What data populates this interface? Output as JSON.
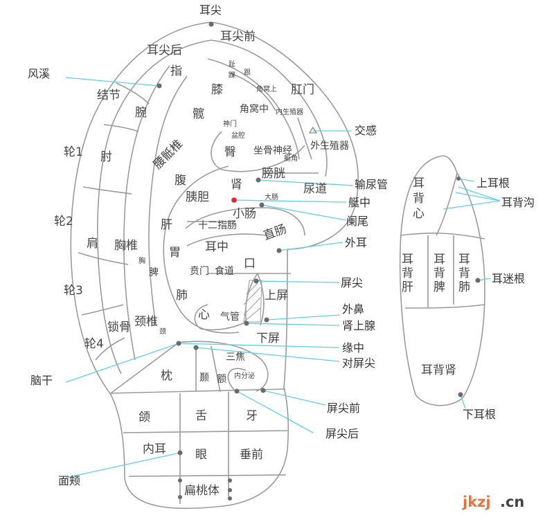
{
  "zones": {
    "ershang_top": "耳尖",
    "erjianhou": "耳尖后",
    "erjianqian": "耳尖前",
    "fengxi": "风溪",
    "jiejie": "结节",
    "zhi": "指",
    "wan": "腕",
    "zhi_toe": "趾",
    "huai": "踝",
    "gen": "跟",
    "xi": "膝",
    "jiaowoshang": "角窝上",
    "gangmen": "肛门",
    "kuan": "髋",
    "jiaowozhong": "角窝中",
    "neishengzhiqi": "内生殖器",
    "shenmen": "神门",
    "penqiang": "盆腔",
    "jiaogan": "交感",
    "lun1": "轮1",
    "zhou": "肘",
    "yaodizhui": "腰骶椎",
    "tun": "臀",
    "zuogushenjing": "坐骨神经",
    "tingjiao": "艇角",
    "waishengzhiqi": "外生殖器",
    "fu": "腹",
    "pangguang": "膀胱",
    "shen": "肾",
    "niaodao": "尿道",
    "shuniaoguan": "输尿管",
    "yidan": "胰胆",
    "tingzhong": "艇中",
    "lun2": "轮2",
    "gan": "肝",
    "dachang": "大肠",
    "xiaochang": "小肠",
    "lanwei": "阑尾",
    "shierzhichang": "十二指肠",
    "zhichang": "直肠",
    "jian": "肩",
    "xiongzhui": "胸椎",
    "waier": "外耳",
    "erzhong": "耳中",
    "wei": "胃",
    "xiong": "胸",
    "pi": "脾",
    "benmen": "贲门",
    "shidao": "食道",
    "kou": "口",
    "lun3": "轮3",
    "pingjian": "屏尖",
    "fei": "肺",
    "shangping": "上屏",
    "waibi": "外鼻",
    "xin": "心",
    "qiguan": "气管",
    "shenshangxian": "肾上腺",
    "suogu": "锁骨",
    "jingzhui": "颈椎",
    "jing": "颈",
    "xiaping": "下屏",
    "lun4": "轮4",
    "yuanzhong": "缘中",
    "sanjiao": "三焦",
    "duipingjian": "对屏尖",
    "naogan": "脑干",
    "zhen": "枕",
    "nie": "颞",
    "e": "额",
    "neifenmi": "内分泌",
    "pingjianqian": "屏尖前",
    "han": "颌",
    "she": "舌",
    "ya": "牙",
    "pingjianhou": "屏尖后",
    "neier": "内耳",
    "yan": "眼",
    "chuiqian": "垂前",
    "mianjia": "面颊",
    "biantaoti": "扁桃体"
  },
  "back": {
    "erbeixin": "耳背心",
    "shangergen": "上耳根",
    "erbeigou": "耳背沟",
    "erbeigan": "耳背肝",
    "erbeipi": "耳背脾",
    "erbeifei": "耳背肺",
    "ermigen": "耳迷根",
    "erbeishen": "耳背肾",
    "xiaergen": "下耳根"
  },
  "watermark": {
    "a": "jkzj",
    "b": ".cn"
  },
  "colors": {
    "outline": "#9a9a9a",
    "leader": "#5fd0e8",
    "marker": "#e8232b",
    "watermark": "#e8743b"
  }
}
